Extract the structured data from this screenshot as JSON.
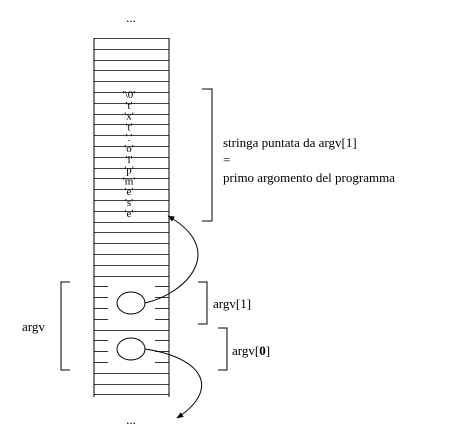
{
  "diagram": {
    "top_ellipsis": "...",
    "bottom_ellipsis": "...",
    "string_cells": [
      "'\\0'",
      "'t'",
      "'x'",
      "'t'",
      "'.'",
      "'o'",
      "'i'",
      "'p'",
      "'m'",
      "'e'",
      "'s'",
      "'e'"
    ],
    "string_caption": {
      "line1": "stringa puntata da argv[1]",
      "line2": "=",
      "line3": "primo argomento del programma"
    },
    "argv1_label": "argv[1]",
    "argv0_label_prefix": "argv[",
    "argv0_label_index": "0",
    "argv0_label_suffix": "]",
    "argv_label": "argv"
  }
}
